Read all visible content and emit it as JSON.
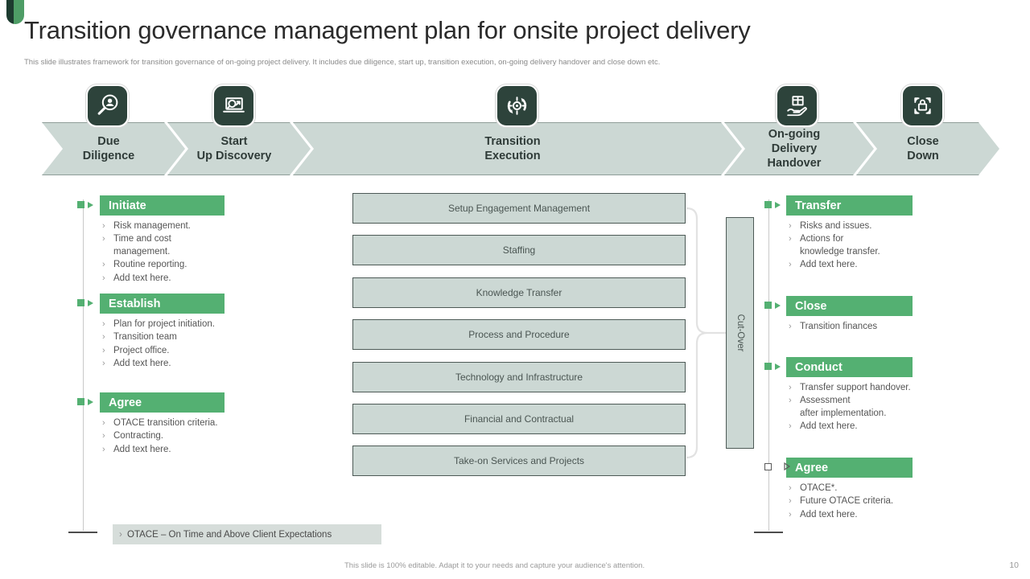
{
  "header": {
    "title": "Transition governance management plan for onsite project delivery",
    "subtitle": "This slide illustrates framework for transition governance of on-going project delivery. It includes due diligence,  start up, transition execution, on-going delivery handover and close down etc."
  },
  "colors": {
    "green": "#54b072",
    "arrow_fill": "#ccd8d4",
    "arrow_stroke": "#8f9e99",
    "icon_bg": "#2d433b",
    "text_dark": "#2b2b2b"
  },
  "process": {
    "steps": [
      {
        "label": "Due\nDiligence",
        "line1": "Due",
        "line2": "Diligence",
        "line3": "",
        "icon": "magnifier-person-icon"
      },
      {
        "label": "Start Up Discovery",
        "line1": "Start",
        "line2": "Up Discovery",
        "line3": "",
        "icon": "presentation-search-icon"
      },
      {
        "label": "Transition Execution",
        "line1": "Transition",
        "line2": "Execution",
        "line3": "",
        "icon": "refresh-target-icon"
      },
      {
        "label": "On-going Delivery Handover",
        "line1": "On-going",
        "line2": "Delivery",
        "line3": "Handover",
        "icon": "hand-package-icon"
      },
      {
        "label": "Close Down",
        "line1": "Close",
        "line2": "Down",
        "line3": "",
        "icon": "lock-cycle-icon"
      }
    ]
  },
  "left_column": {
    "groups": [
      {
        "title": "Initiate",
        "marker": "filled",
        "items": [
          "Risk management.",
          "Time and cost management.",
          "Routine reporting.",
          "Add text here."
        ]
      },
      {
        "title": "Establish",
        "marker": "filled",
        "items": [
          "Plan for project initiation.",
          "Transition team",
          "Project office.",
          "Add text here."
        ]
      },
      {
        "title": "Agree",
        "marker": "filled",
        "items": [
          "OTACE transition criteria.",
          "Contracting.",
          "Add text here."
        ]
      }
    ]
  },
  "center_column": {
    "boxes": [
      "Setup Engagement  Management",
      "Staffing",
      "Knowledge  Transfer",
      "Process and Procedure",
      "Technology  and Infrastructure",
      "Financial and Contractual",
      "Take-on  Services  and Projects"
    ],
    "cutover_label": "Cut-Over"
  },
  "right_column": {
    "groups": [
      {
        "title": "Transfer",
        "marker": "filled",
        "items": [
          "Risks and issues.",
          "Actions for\nknowledge  transfer.",
          "Add text here."
        ]
      },
      {
        "title": "Close",
        "marker": "filled",
        "items": [
          "Transition  finances"
        ]
      },
      {
        "title": "Conduct",
        "marker": "filled",
        "items": [
          "Transfer  support handover.",
          "Assessment\nafter implementation.",
          "Add text here."
        ]
      },
      {
        "title": "Agree",
        "marker": "hollow",
        "items": [
          "OTACE*.",
          "Future OTACE  criteria.",
          "Add text here."
        ]
      }
    ]
  },
  "footnote": {
    "bullet": "›",
    "text": "OTACE – On Time and Above  Client Expectations"
  },
  "footer": {
    "note": "This slide is 100% editable. Adapt it to your needs and capture your audience's attention.",
    "page_number": "10"
  }
}
